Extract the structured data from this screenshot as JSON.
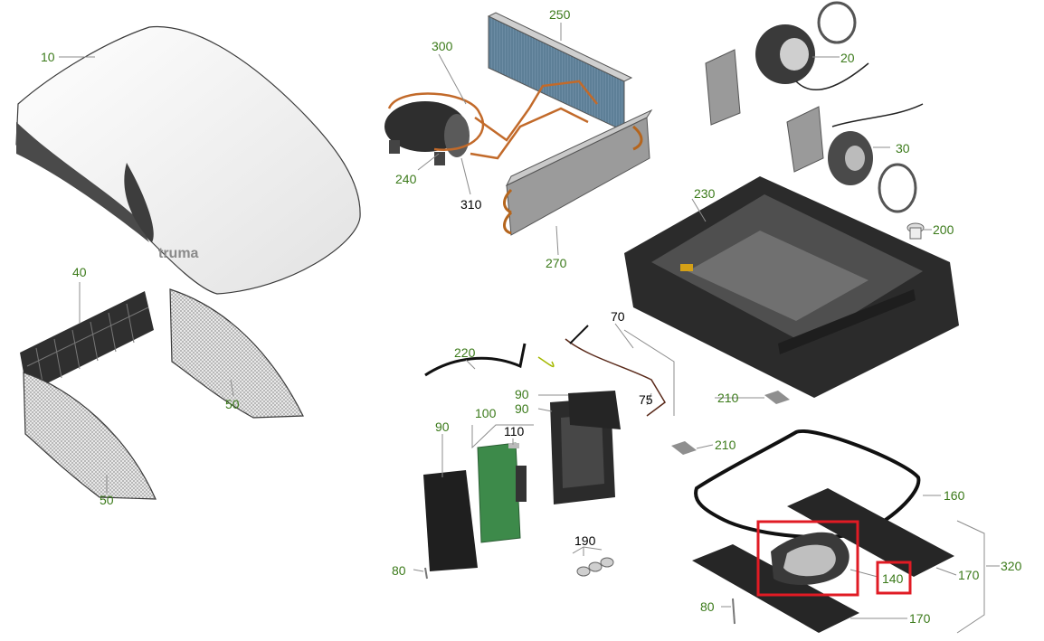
{
  "labels": {
    "l10": "10",
    "l20": "20",
    "l30": "30",
    "l40": "40",
    "l50a": "50",
    "l50b": "50",
    "l70": "70",
    "l75": "75",
    "l80a": "80",
    "l80b": "80",
    "l90a": "90",
    "l90b": "90",
    "l90c": "90",
    "l100": "100",
    "l110": "110",
    "l140": "140",
    "l160": "160",
    "l170a": "170",
    "l170b": "170",
    "l190": "190",
    "l200": "200",
    "l210a": "210",
    "l210b": "210",
    "l220": "220",
    "l230": "230",
    "l240": "240",
    "l250": "250",
    "l270": "270",
    "l300": "300",
    "l310": "310",
    "l320": "320"
  },
  "brand": "truma",
  "colors": {
    "label_green": "#3b7a1a",
    "label_black": "#000000",
    "highlight": "#e01b24"
  },
  "highlighted_part": "140"
}
